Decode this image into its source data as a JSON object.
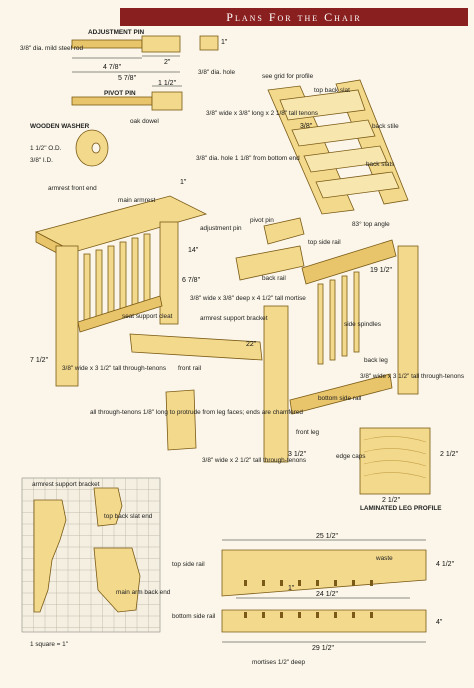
{
  "banner": {
    "title": "Plans For the Chair"
  },
  "labels": {
    "adjustment_pin": "ADJUSTMENT PIN",
    "pin_rod": "3/8\" dia. mild steel rod",
    "pivot_pin": "PIVOT PIN",
    "oak_dowel": "oak dowel",
    "hole_dia": "3/8\" dia. hole",
    "see_grid": "see grid for profile",
    "top_back_slat": "top back slat",
    "back_stile": "back stile",
    "back_slats": "back slats",
    "tenons_back": "3/8\" wide x 3/8\" long x 2 1/8\" tall tenons",
    "hole_bottom": "3/8\" dia. hole 1 1/8\" from bottom end",
    "wooden_washer": "WOODEN WASHER",
    "od": "1 1/2\" O.D.",
    "id": "3/8\" I.D.",
    "armrest_front_end": "armrest front end",
    "main_armrest": "main armrest",
    "adjustment_pin2": "adjustment pin",
    "pivot_pin2": "pivot pin",
    "top_angle": "83° top angle",
    "top_side_rail": "top side rail",
    "back_rail": "back rail",
    "mortise_spec": "3/8\" wide x 3/8\" deep x 4 1/2\" tall mortise",
    "seat_cleat": "seat support cleat",
    "armrest_bracket": "armrest support bracket",
    "side_spindles": "side spindles",
    "back_leg": "back leg",
    "tenons_3": "3/8\" wide x 3 1/2\" tall through-tenons",
    "tenons_4": "3/8\" wide x 3 1/2\" tall through-tenons",
    "front_rail": "front rail",
    "bottom_side_rail": "bottom side rail",
    "all_through_tenons": "all through-tenons 1/8\" long to protrude from leg faces; ends are chamfered",
    "front_leg": "front leg",
    "tenons_bottom": "3/8\" wide x 2 1/2\" tall through-tenons",
    "edge_caps": "edge caps",
    "laminated_leg": "LAMINATED LEG PROFILE",
    "grid_armrest": "armrest support bracket",
    "grid_top_back": "top back slat end",
    "grid_main_arm": "main arm back end",
    "one_square": "1 square = 1\"",
    "waste": "waste",
    "top_side_rail2": "top side rail",
    "bottom_side_rail2": "bottom side rail",
    "mortises_deep": "mortises 1/2\" deep"
  },
  "dims": {
    "d_2": "2\"",
    "d_4": "4 7/8\"",
    "d_5": "5 7/8\"",
    "d_1": "1\"",
    "d_1a": "1 1/2\"",
    "d_3_8": "3/8\"",
    "d_14": "14\"",
    "d_6": "6 7/8\"",
    "d_22": "22\"",
    "d_7": "7 1/2\"",
    "d_19": "19 1/2\"",
    "d_3": "3 1/2\"",
    "d_2b": "2 1/2\"",
    "d_2c": "2 1/2\"",
    "d_25": "25 1/2\"",
    "d_4b": "4 1/2\"",
    "d_24": "24 1/2\"",
    "d_1b": "1\"",
    "d_29": "29 1/2\"",
    "d_4c": "4\""
  }
}
